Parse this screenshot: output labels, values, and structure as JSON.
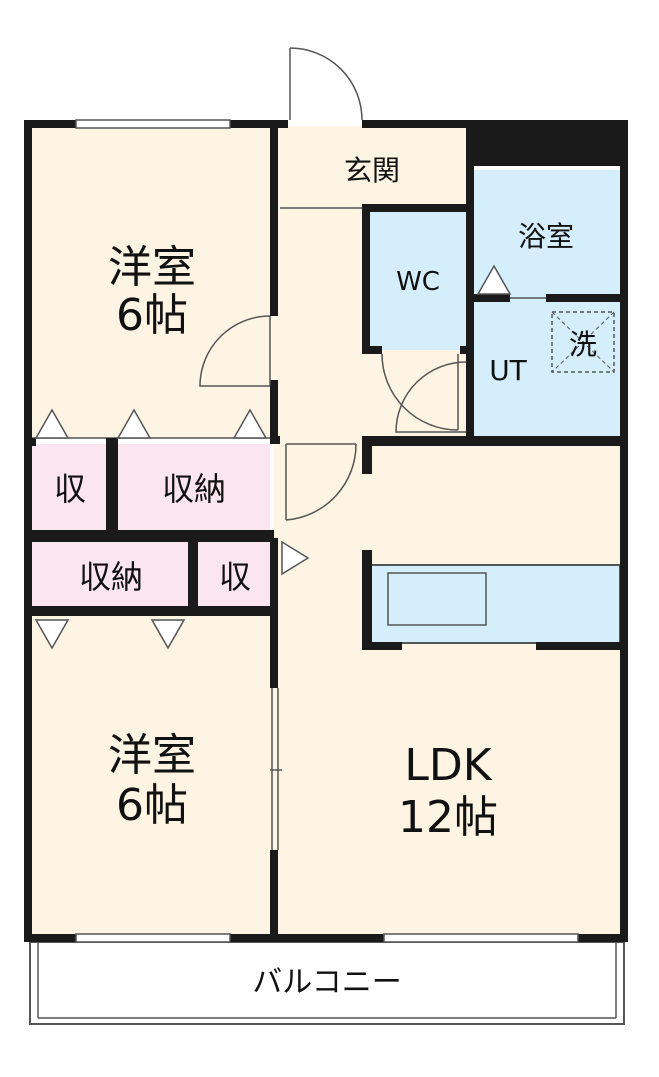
{
  "rooms": {
    "western_top": {
      "name": "洋室",
      "size": "6帖"
    },
    "western_bottom": {
      "name": "洋室",
      "size": "6帖"
    },
    "ldk": {
      "name": "LDK",
      "size": "12帖"
    },
    "entrance": "玄関",
    "bath": "浴室",
    "wc": "WC",
    "utility": "UT",
    "washer": "洗",
    "storage_small_a": "収",
    "storage_a": "収納",
    "storage_b": "収納",
    "storage_small_b": "収",
    "balcony": "バルコニー"
  },
  "colors": {
    "floor": "#fdf4e3",
    "wet_area": "#d4eefb",
    "storage": "#fbe6ef",
    "wall": "#1a1a1a",
    "line": "#555555"
  }
}
